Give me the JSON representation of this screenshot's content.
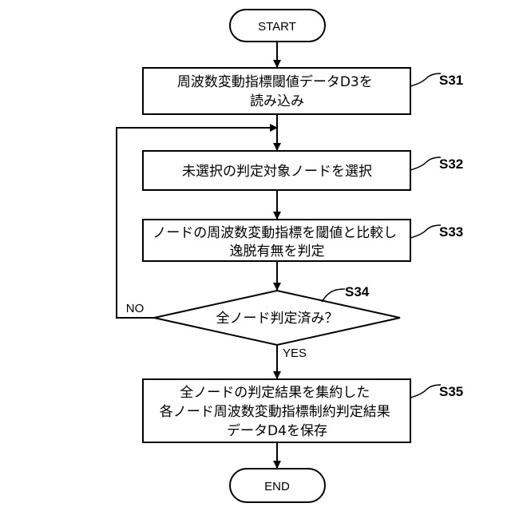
{
  "start": "START",
  "end": "END",
  "steps": [
    {
      "id": "S31",
      "lines": [
        "周波数変動指標閾値データD3を",
        "読み込み"
      ]
    },
    {
      "id": "S32",
      "lines": [
        "未選択の判定対象ノードを選択"
      ]
    },
    {
      "id": "S33",
      "lines": [
        "ノードの周波数変動指標を閾値と比較し",
        "逸脱有無を判定"
      ]
    },
    {
      "id": "S34",
      "lines": [
        "全ノード判定済み？"
      ]
    },
    {
      "id": "S35",
      "lines": [
        "全ノードの判定結果を集約した",
        "各ノード周波数変動指標制約判定結果",
        "データD4を保存"
      ]
    }
  ],
  "edges": {
    "no": "NO",
    "yes": "YES"
  }
}
